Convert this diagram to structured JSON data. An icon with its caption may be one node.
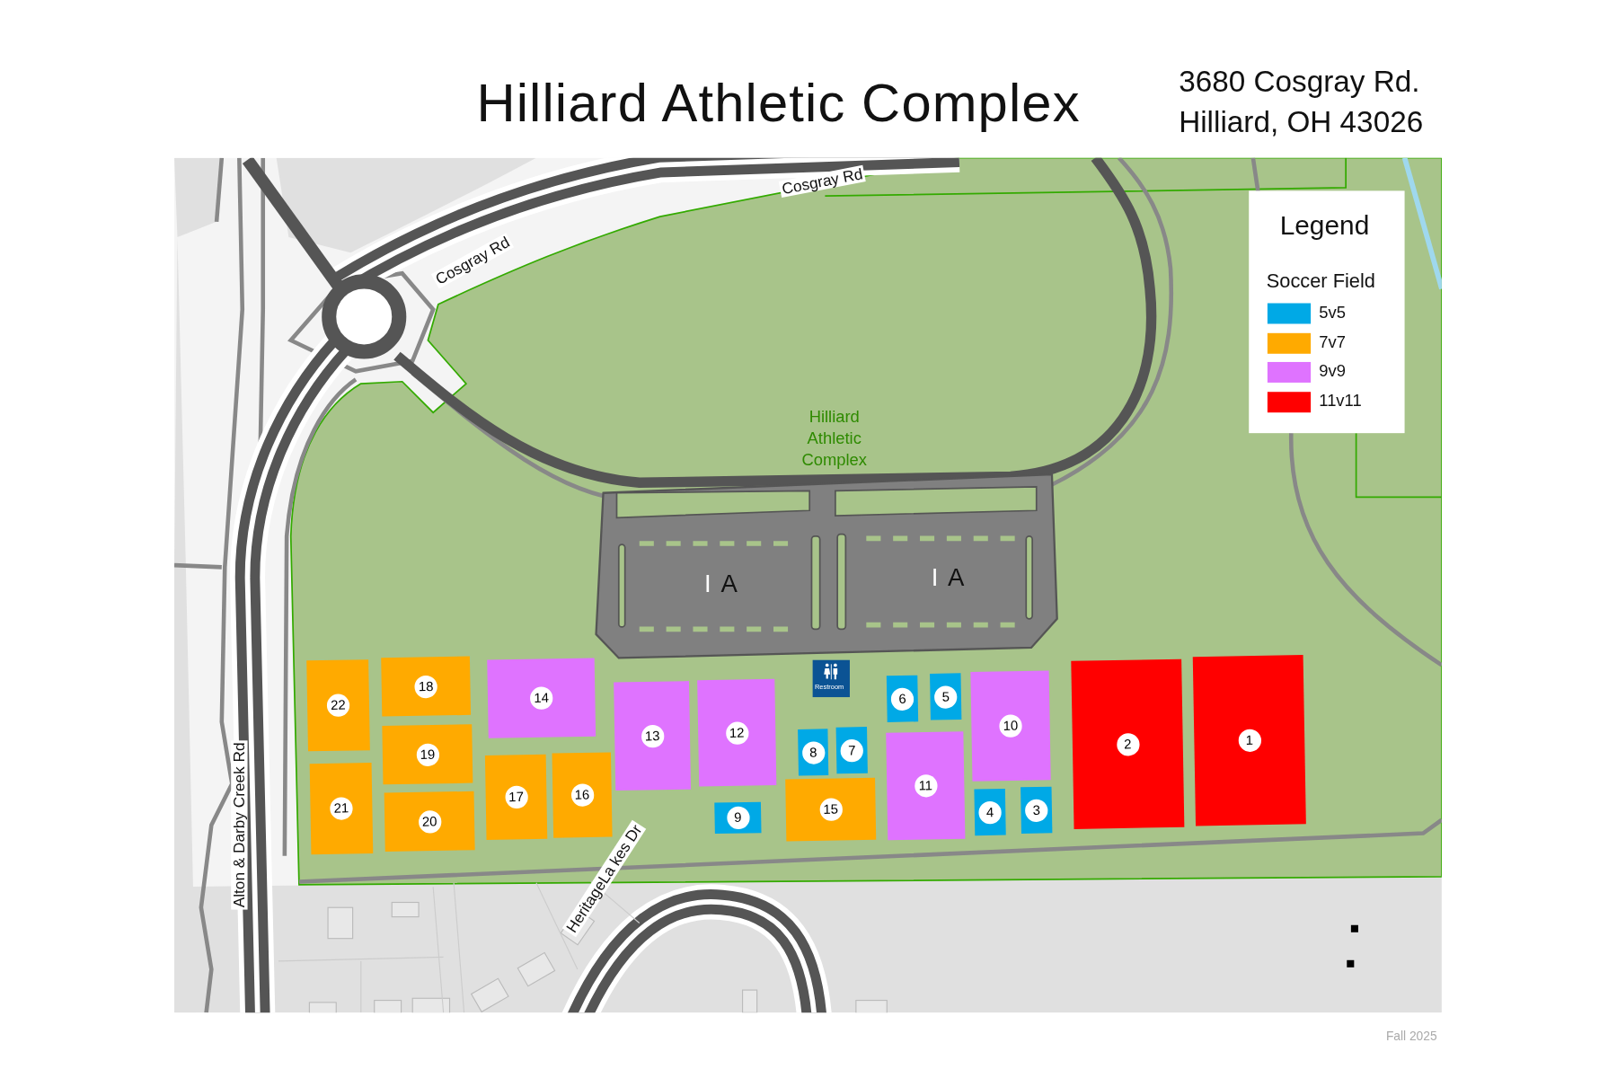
{
  "diagram": {
    "title": "Hilliard Athletic Complex",
    "nodes": [
      {
        "text": [
          "1"
        ]
      },
      {
        "text": [
          "2"
        ]
      },
      {
        "text": [
          "3"
        ]
      },
      {
        "text": [
          "4"
        ]
      },
      {
        "text": [
          "5"
        ]
      },
      {
        "text": [
          "6"
        ]
      },
      {
        "text": [
          "7"
        ]
      },
      {
        "text": [
          "8"
        ]
      },
      {
        "text": [
          "9"
        ]
      },
      {
        "text": [
          "10"
        ]
      },
      {
        "text": [
          "11"
        ]
      },
      {
        "text": [
          "12"
        ]
      },
      {
        "text": [
          "13"
        ]
      },
      {
        "text": [
          "14"
        ]
      },
      {
        "text": [
          "15"
        ]
      },
      {
        "text": [
          "16"
        ]
      },
      {
        "text": [
          "17"
        ]
      },
      {
        "text": [
          "18"
        ]
      },
      {
        "text": [
          "19"
        ]
      },
      {
        "text": [
          "20"
        ]
      },
      {
        "text": [
          "21"
        ]
      },
      {
        "text": [
          "22"
        ]
      }
    ],
    "labels": [
      "3680 Cosgray Rd. Hilliard, OH 43026",
      "Cosgray Rd",
      "Cosgray Rd",
      "Legend",
      "Soccer Field",
      "Hilliard Athletic Complex",
      "I",
      "A",
      "I",
      "A",
      "Restroom",
      "Alton & Darby Creek Rd",
      "HeritageLa kes Dr",
      "Fall 2025"
    ],
    "legend": [
      {
        "text": "5v5",
        "color": "#00a9e6"
      },
      {
        "text": "7v7",
        "color": "#ffaa00"
      },
      {
        "text": "9v9",
        "color": "#df73ff"
      },
      {
        "text": "11v11",
        "color": "#ff0000"
      }
    ]
  }
}
